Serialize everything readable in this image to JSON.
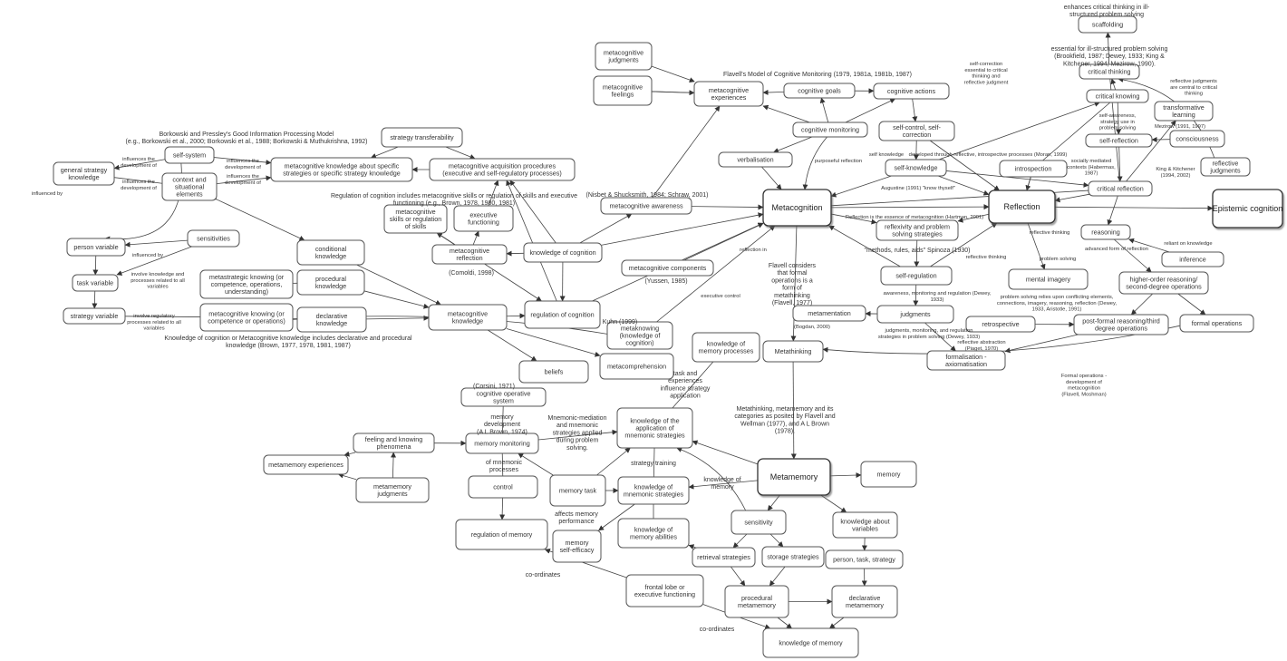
{
  "diagram": {
    "title": "Metacognition concept map",
    "nodes": [
      {
        "id": "metacognition",
        "label": [
          "Metacognition"
        ],
        "main": true
      },
      {
        "id": "reflection",
        "label": [
          "Reflection"
        ],
        "main": true
      },
      {
        "id": "metamemory",
        "label": [
          "Metamemory"
        ],
        "main": true
      },
      {
        "id": "epistemic",
        "label": [
          "Epistemic cognition"
        ],
        "main": true
      },
      {
        "id": "scaffolding",
        "label": [
          "scaffolding"
        ]
      },
      {
        "id": "critical_thinking",
        "label": [
          "critical thinking"
        ]
      },
      {
        "id": "critical_knowing",
        "label": [
          "critical knowing"
        ]
      },
      {
        "id": "transformative",
        "label": [
          "transformative",
          "learning"
        ]
      },
      {
        "id": "self_reflection",
        "label": [
          "self-reflection"
        ]
      },
      {
        "id": "consciousness",
        "label": [
          "consciousness"
        ]
      },
      {
        "id": "reflective_judgments",
        "label": [
          "reflective",
          "judgments"
        ]
      },
      {
        "id": "critical_reflection",
        "label": [
          "critical reflection"
        ]
      },
      {
        "id": "introspection",
        "label": [
          "introspection"
        ]
      },
      {
        "id": "reasoning",
        "label": [
          "reasoning"
        ]
      },
      {
        "id": "inference",
        "label": [
          "inference"
        ]
      },
      {
        "id": "higher_order",
        "label": [
          "higher-order reasoning/",
          "second-degree operations"
        ]
      },
      {
        "id": "mental_imagery",
        "label": [
          "mental imagery"
        ]
      },
      {
        "id": "post_formal",
        "label": [
          "post-formal reasoning/third",
          "degree operations"
        ]
      },
      {
        "id": "formal_ops",
        "label": [
          "formal operations"
        ]
      },
      {
        "id": "retrospective",
        "label": [
          "retrospective"
        ]
      },
      {
        "id": "formalisation",
        "label": [
          "formalisation -",
          "axiomatisation"
        ]
      },
      {
        "id": "metajudgments",
        "label": [
          "metacognitive",
          "judgments"
        ]
      },
      {
        "id": "metafeelings",
        "label": [
          "metacognitive",
          "feelings"
        ]
      },
      {
        "id": "meta_experiences",
        "label": [
          "metacognitive",
          "experiences"
        ]
      },
      {
        "id": "cognitive_goals",
        "label": [
          "cognitive goals"
        ]
      },
      {
        "id": "cognitive_actions",
        "label": [
          "cognitive actions"
        ]
      },
      {
        "id": "cognitive_monitoring",
        "label": [
          "cognitive monitoring"
        ]
      },
      {
        "id": "self_control",
        "label": [
          "self-control, self-",
          "correction"
        ]
      },
      {
        "id": "verbalisation",
        "label": [
          "verbalisation"
        ]
      },
      {
        "id": "self_knowledge",
        "label": [
          "self-knowledge"
        ]
      },
      {
        "id": "reflexivity",
        "label": [
          "reflexivity and problem",
          "solving strategies"
        ]
      },
      {
        "id": "self_regulation",
        "label": [
          "self-regulation"
        ]
      },
      {
        "id": "judgments",
        "label": [
          "judgments"
        ]
      },
      {
        "id": "metamentation",
        "label": [
          "metamentation"
        ]
      },
      {
        "id": "metathinking",
        "label": [
          "Metathinking"
        ]
      },
      {
        "id": "strategy_transfer",
        "label": [
          "strategy transferability"
        ]
      },
      {
        "id": "mk_specific",
        "label": [
          "metacognitive knowledge about specific",
          "strategies or specific strategy knowledge"
        ]
      },
      {
        "id": "acq_procedures",
        "label": [
          "metacognitive acquisition procedures",
          "(executive and self-regulatory processes)"
        ]
      },
      {
        "id": "self_system",
        "label": [
          "self-system"
        ]
      },
      {
        "id": "general_strategy",
        "label": [
          "general strategy",
          "knowledge"
        ]
      },
      {
        "id": "context",
        "label": [
          "context and",
          "situational",
          "elements"
        ]
      },
      {
        "id": "meta_skills",
        "label": [
          "metacognitive",
          "skills or regulation",
          "of skills"
        ]
      },
      {
        "id": "exec_func",
        "label": [
          "executive",
          "functioning"
        ]
      },
      {
        "id": "meta_awareness",
        "label": [
          "metacognitive awareness"
        ]
      },
      {
        "id": "meta_reflection",
        "label": [
          "metacognitive",
          "reflection"
        ]
      },
      {
        "id": "knowledge_cognition",
        "label": [
          "knowledge of cognition"
        ]
      },
      {
        "id": "meta_components",
        "label": [
          "metacognitive components"
        ]
      },
      {
        "id": "sensitivities",
        "label": [
          "sensitivities"
        ]
      },
      {
        "id": "person_var",
        "label": [
          "person variable"
        ]
      },
      {
        "id": "task_var",
        "label": [
          "task variable"
        ]
      },
      {
        "id": "strategy_var",
        "label": [
          "strategy variable"
        ]
      },
      {
        "id": "conditional",
        "label": [
          "conditional",
          "knowledge"
        ]
      },
      {
        "id": "metastrategic",
        "label": [
          "metastrategic knowing (or",
          "competence, operations,",
          "understanding)"
        ]
      },
      {
        "id": "procedural",
        "label": [
          "procedural",
          "knowledge"
        ]
      },
      {
        "id": "meta_knowing",
        "label": [
          "metacognitive knowing (or",
          "competence or operations)"
        ]
      },
      {
        "id": "declarative",
        "label": [
          "declarative",
          "knowledge"
        ]
      },
      {
        "id": "meta_knowledge",
        "label": [
          "metacognitive",
          "knowledge"
        ]
      },
      {
        "id": "regulation_cognition",
        "label": [
          "regulation of cognition"
        ]
      },
      {
        "id": "metaknowing",
        "label": [
          "metaknowing",
          "(knowledge of",
          "cognition)"
        ]
      },
      {
        "id": "metacomprehension",
        "label": [
          "metacomprehension"
        ]
      },
      {
        "id": "beliefs",
        "label": [
          "beliefs"
        ]
      },
      {
        "id": "knowledge_mem_proc",
        "label": [
          "knowledge of",
          "memory processes"
        ]
      },
      {
        "id": "cog_operative",
        "label": [
          "cognitive operative",
          "system"
        ]
      },
      {
        "id": "feeling_knowing",
        "label": [
          "feeling and knowing",
          "phenomena"
        ]
      },
      {
        "id": "memory_monitoring",
        "label": [
          "memory monitoring"
        ]
      },
      {
        "id": "metamemory_exp",
        "label": [
          "metamemory experiences"
        ]
      },
      {
        "id": "metamemory_judg",
        "label": [
          "metamemory",
          "judgments"
        ]
      },
      {
        "id": "control",
        "label": [
          "control"
        ]
      },
      {
        "id": "regulation_memory",
        "label": [
          "regulation of memory"
        ]
      },
      {
        "id": "know_app_mnemonic",
        "label": [
          "knowledge of the",
          "application of",
          "mnemonic strategies"
        ]
      },
      {
        "id": "memory_task",
        "label": [
          "memory task"
        ]
      },
      {
        "id": "know_mnemonic",
        "label": [
          "knowledge of",
          "mnemonic strategies"
        ]
      },
      {
        "id": "memory_self_eff",
        "label": [
          "memory",
          "self-efficacy"
        ]
      },
      {
        "id": "know_mem_abilities",
        "label": [
          "knowledge of",
          "memory abilities"
        ]
      },
      {
        "id": "memory",
        "label": [
          "memory"
        ]
      },
      {
        "id": "sensitivity",
        "label": [
          "sensitivity"
        ]
      },
      {
        "id": "know_variables",
        "label": [
          "knowledge about",
          "variables"
        ]
      },
      {
        "id": "retrieval",
        "label": [
          "retrieval strategies"
        ]
      },
      {
        "id": "storage",
        "label": [
          "storage strategies"
        ]
      },
      {
        "id": "person_task_strat",
        "label": [
          "person, task, strategy"
        ]
      },
      {
        "id": "frontal_lobe",
        "label": [
          "frontal lobe or",
          "executive functioning"
        ]
      },
      {
        "id": "procedural_mm",
        "label": [
          "procedural",
          "metamemory"
        ]
      },
      {
        "id": "declarative_mm",
        "label": [
          "declarative",
          "metamemory"
        ]
      },
      {
        "id": "knowledge_memory",
        "label": [
          "knowledge of memory"
        ]
      }
    ],
    "annotations": [
      {
        "id": "a_scaff",
        "text": [
          "enhances critical thinking in ill-",
          "structured problem solving"
        ]
      },
      {
        "id": "a_essential",
        "text": [
          "essential for ill-structured problem solving",
          "(Brookfield, 1987; Dewey, 1933; King &",
          "Kitchener, 1994; Mezirow, 1990)."
        ]
      },
      {
        "id": "a_selfcorr",
        "text": [
          "self-correction",
          "essential to critical",
          "thinking and",
          "reflective judgment"
        ]
      },
      {
        "id": "a_refjudg",
        "text": [
          "reflective judgments",
          "are central to critical",
          "thinking"
        ]
      },
      {
        "id": "a_selfaware",
        "text": [
          "self-awareness,",
          "strategy use in",
          "problem solving"
        ]
      },
      {
        "id": "a_mezirow",
        "text": [
          "Mezirow (1991, 1997)"
        ]
      },
      {
        "id": "a_social",
        "text": [
          "socially mediated",
          "contexts (Habermas,",
          "1987)"
        ]
      },
      {
        "id": "a_king",
        "text": [
          "King & Kitchener",
          "(1994, 2002)"
        ]
      },
      {
        "id": "a_flavell",
        "text": [
          "Flavell's Model of Cognitive Monitoring (1979, 1981a, 1981b, 1987)"
        ]
      },
      {
        "id": "a_selfk",
        "text": [
          "self knowledge"
        ]
      },
      {
        "id": "a_developed",
        "text": [
          "developed through reflective, introspective processes (Moran, 1999)"
        ]
      },
      {
        "id": "a_purposeful",
        "text": [
          "purposeful reflection"
        ]
      },
      {
        "id": "a_augustine",
        "text": [
          "Augustine (1991) \"know thyself\""
        ]
      },
      {
        "id": "a_hartman",
        "text": [
          "Reflection is the essence of metacognition (Hartman, 2001)"
        ]
      },
      {
        "id": "a_refthink1",
        "text": [
          "reflective thinking"
        ]
      },
      {
        "id": "a_refthink2",
        "text": [
          "reflective thinking"
        ]
      },
      {
        "id": "a_spinoza",
        "text": [
          "\"methods, rules, aids\" Spinoza (1930)"
        ]
      },
      {
        "id": "a_reliant",
        "text": [
          "reliant on knowledge"
        ]
      },
      {
        "id": "a_advanced",
        "text": [
          "advanced form of reflection"
        ]
      },
      {
        "id": "a_probsolv",
        "text": [
          "problem solving"
        ]
      },
      {
        "id": "a_awareness",
        "text": [
          "awareness, monitoring and regulation (Dewey,",
          "1933)"
        ]
      },
      {
        "id": "a_probrelies",
        "text": [
          "problem solving relies upon conflicting elements,",
          "connections, imagery, reasoning, reflection (Dewey,",
          "1933, Aristotle, 1991)"
        ]
      },
      {
        "id": "a_bogdan",
        "text": [
          "(Bogdan, 2000)"
        ]
      },
      {
        "id": "a_judgmon",
        "text": [
          "judgments, monitoring, and regulation",
          "strategies in problem solving (Dewey, 1933)"
        ]
      },
      {
        "id": "a_piaget",
        "text": [
          "reflective abstraction",
          "(Piaget, 1970)"
        ]
      },
      {
        "id": "a_formalops",
        "text": [
          "Formal operations -",
          "development of",
          "metacognition",
          "(Flavell, Moshman)"
        ]
      },
      {
        "id": "a_flavell77",
        "text": [
          "Flavell considers",
          "that formal",
          "operations is a",
          "form of",
          "metathinking",
          "(Flavell, 1977)"
        ]
      },
      {
        "id": "a_reflin",
        "text": [
          "reflection in"
        ]
      },
      {
        "id": "a_execctrl",
        "text": [
          "executive control"
        ]
      },
      {
        "id": "a_yussen",
        "text": [
          "(Yussen, 1985)"
        ]
      },
      {
        "id": "a_nisbet",
        "text": [
          "(Nisbet & Shucksmith, 1984; Schraw, 2001)"
        ]
      },
      {
        "id": "a_comoldi",
        "text": [
          "(Comoldi, 1998)"
        ]
      },
      {
        "id": "a_regcog",
        "text": [
          "Regulation of cognition includes metacognitive skills or regulation of skills and executive",
          "functioning (e.g., Brown, 1978, 1980, 1981)"
        ]
      },
      {
        "id": "a_borkowski",
        "text": [
          "Borkowski and Pressley's Good Information Processing Model",
          "(e.g., Borkowski et al., 2000; Borkowski et al., 1988; Borkowski & Muthukrishna, 1992)"
        ]
      },
      {
        "id": "a_infl1",
        "text": [
          "influences the",
          "development of"
        ]
      },
      {
        "id": "a_infl2",
        "text": [
          "influences the",
          "development of"
        ]
      },
      {
        "id": "a_infl3",
        "text": [
          "influences the",
          "development of"
        ]
      },
      {
        "id": "a_infl4",
        "text": [
          "influences the",
          "development of"
        ]
      },
      {
        "id": "a_inflby1",
        "text": [
          "influenced by"
        ]
      },
      {
        "id": "a_inflby2",
        "text": [
          "influenced by"
        ]
      },
      {
        "id": "a_involve",
        "text": [
          "involve knowledge and",
          "processes related to all",
          "variables"
        ]
      },
      {
        "id": "a_involve2",
        "text": [
          "involve regulatory",
          "processes related to all",
          "variables"
        ]
      },
      {
        "id": "a_knowcog",
        "text": [
          "Knowledge of cognition or Metacognitive knowledge includes declarative and procedural",
          "knowledge (Brown, 1977, 1978, 1981, 1987)"
        ]
      },
      {
        "id": "a_kuhn",
        "text": [
          "Kuhn (1999)"
        ]
      },
      {
        "id": "a_corsini",
        "text": [
          "(Corsini, 1971)"
        ]
      },
      {
        "id": "a_memdev",
        "text": [
          "memory",
          "development",
          "(A L Brown, 1974)"
        ]
      },
      {
        "id": "a_mnemonic",
        "text": [
          "Mnemonic-mediation",
          "and mnemonic",
          "strategies applied",
          "during problem",
          "solving."
        ]
      },
      {
        "id": "a_taskexp",
        "text": [
          "task and",
          "experiences",
          "influence strategy",
          "application"
        ]
      },
      {
        "id": "a_ofmnem",
        "text": [
          "of mnemonic",
          "processes"
        ]
      },
      {
        "id": "a_strattrain",
        "text": [
          "strategy training"
        ]
      },
      {
        "id": "a_knowmem",
        "text": [
          "knowledge of",
          "memory"
        ]
      },
      {
        "id": "a_affects",
        "text": [
          "affects memory",
          "performance"
        ]
      },
      {
        "id": "a_metathink",
        "text": [
          "Metathinking, metamemory and its",
          "categories as posited by Flavell and",
          "Wellman (1977), and A L Brown",
          "(1978)."
        ]
      },
      {
        "id": "a_coord1",
        "text": [
          "co-ordinates"
        ]
      },
      {
        "id": "a_coord2",
        "text": [
          "co-ordinates"
        ]
      }
    ]
  }
}
